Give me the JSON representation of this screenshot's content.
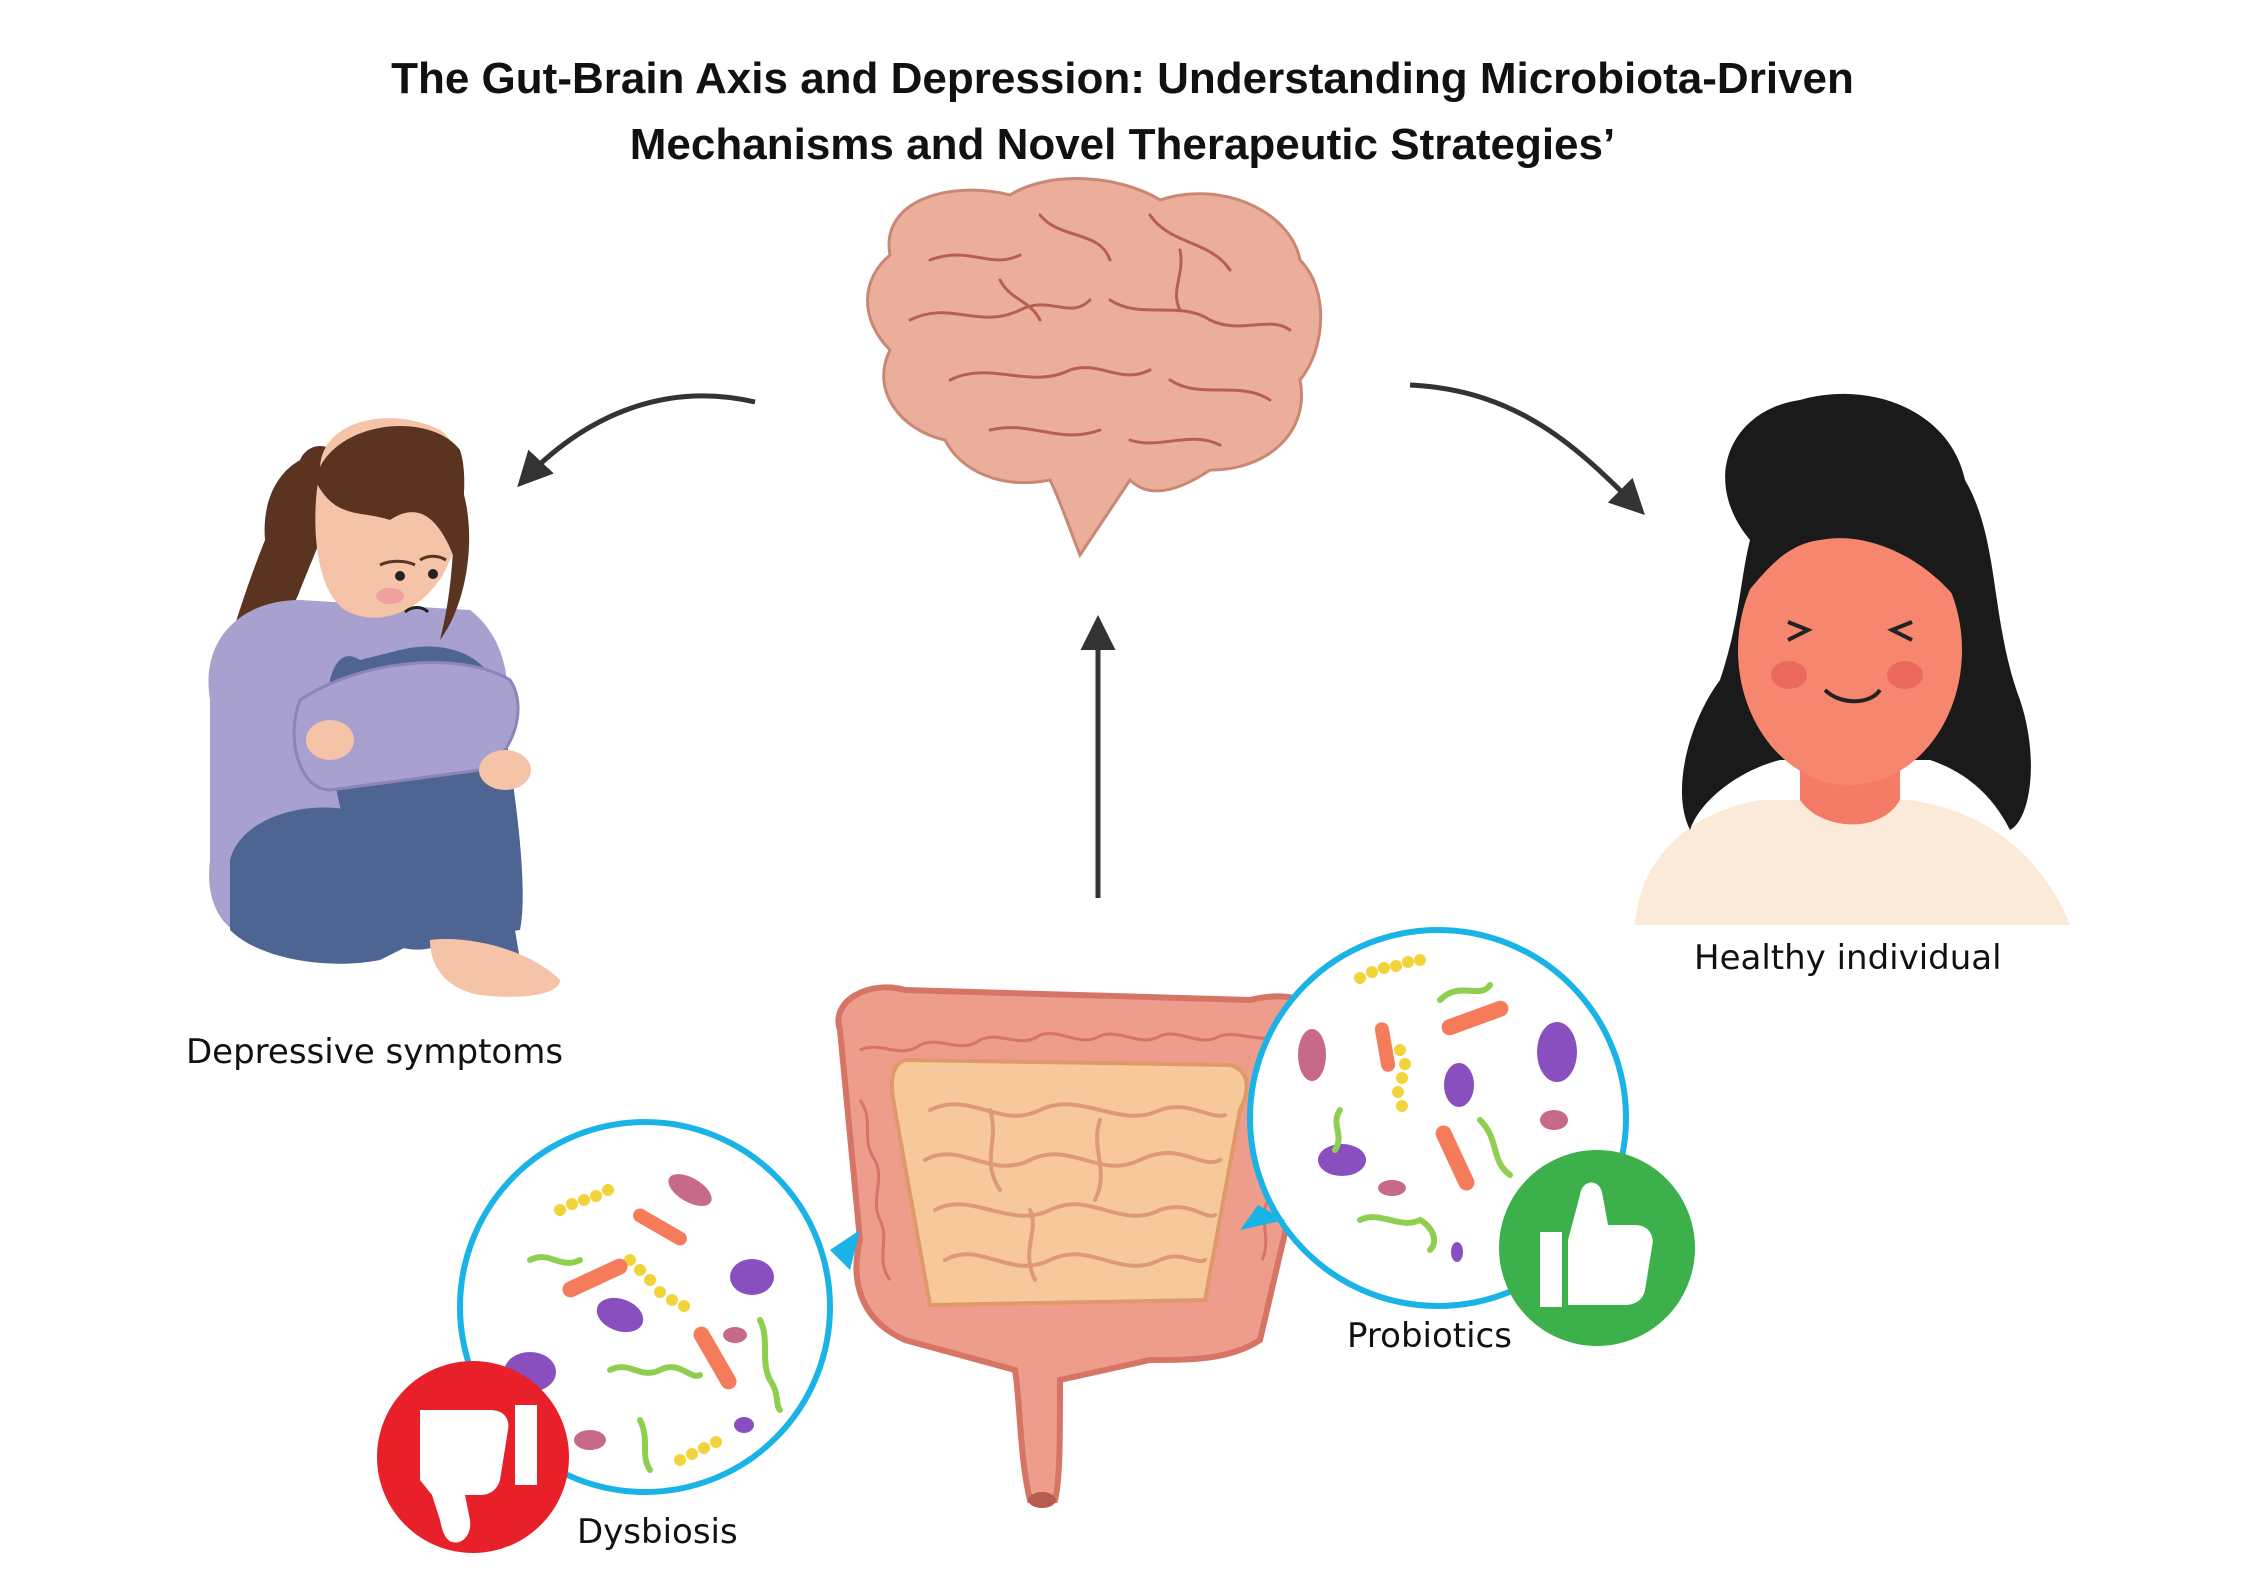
{
  "title": {
    "line1": "The Gut-Brain Axis and Depression: Understanding Microbiota-Driven",
    "line2": "Mechanisms and Novel Therapeutic Strategies’"
  },
  "labels": {
    "depressive": "Depressive symptoms",
    "healthy": "Healthy individual",
    "probiotics": "Probiotics",
    "dysbiosis": "Dysbiosis"
  },
  "colors": {
    "brain": "#EBAE9B",
    "brain_lines": "#B7604F",
    "gut_outer": "#EE9C8C",
    "gut_inner": "#F7C99A",
    "circle_ring": "#19B3E6",
    "thumbs_up": "#3CB04A",
    "thumbs_down": "#E8202A",
    "sweater": "#A8A0CF",
    "pants": "#4E6594",
    "skin": "#F4C3A8",
    "happy_face": "#F7866E",
    "hair_dark": "#1A1A1A",
    "hair_brown": "#5A3420"
  },
  "icons": {
    "thumbs_up": "thumbs-up-icon",
    "thumbs_down": "thumbs-down-icon"
  }
}
